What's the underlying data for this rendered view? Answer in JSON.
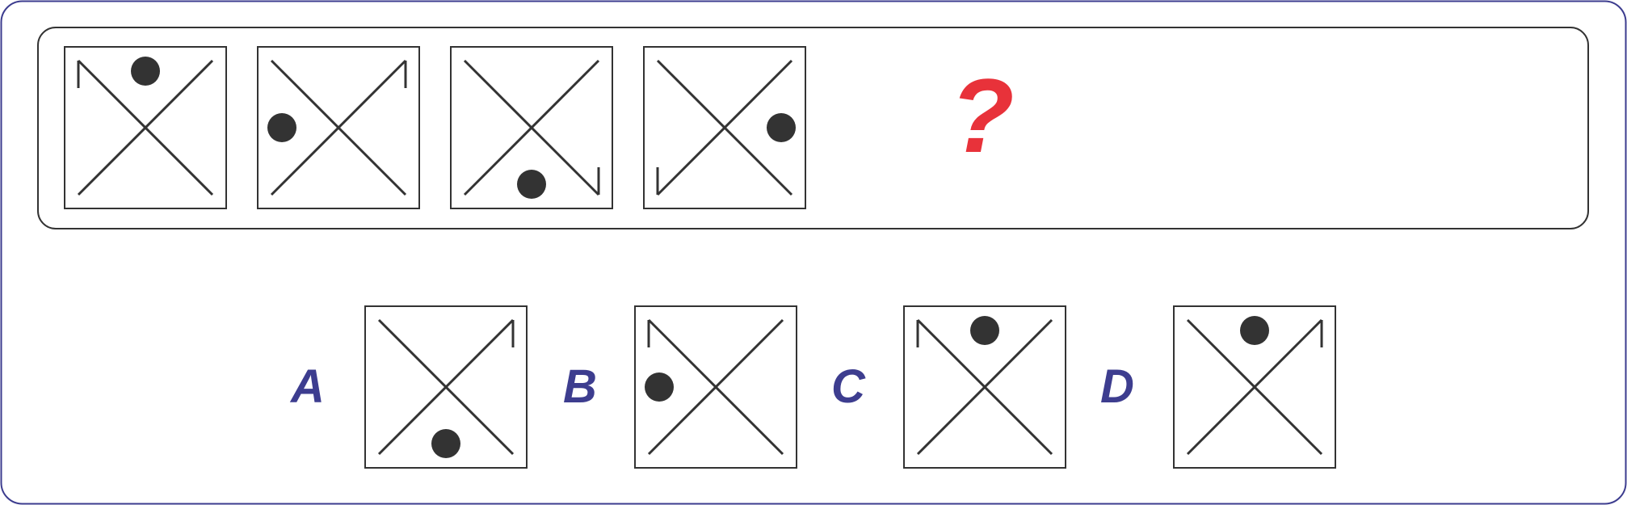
{
  "question_mark": {
    "text": "?",
    "color": "#e8323a"
  },
  "colors": {
    "outer_frame": "#3d3d8f",
    "label": "#3d3d8f",
    "line": "#333333",
    "dot": "#333333"
  },
  "sequence": [
    {
      "dot": "top",
      "corner": "top-left"
    },
    {
      "dot": "left",
      "corner": "top-right"
    },
    {
      "dot": "bottom",
      "corner": "bottom-right"
    },
    {
      "dot": "right",
      "corner": "bottom-left"
    }
  ],
  "options": [
    {
      "label": "A",
      "dot": "bottom",
      "corner": "top-right"
    },
    {
      "label": "B",
      "dot": "left",
      "corner": "top-left"
    },
    {
      "label": "C",
      "dot": "top",
      "corner": "top-left"
    },
    {
      "label": "D",
      "dot": "top",
      "corner": "top-right"
    }
  ]
}
